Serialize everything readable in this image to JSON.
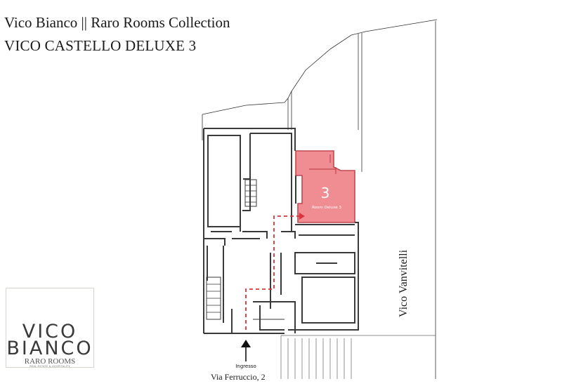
{
  "header": {
    "title_line_1": "Vico Bianco || Raro Rooms Collection",
    "title_line_2": "VICO CASTELLO DELUXE 3"
  },
  "room": {
    "number": "3",
    "name": "Room Deluxe 3",
    "highlight_color": "#f08d93"
  },
  "streets": {
    "right": "Vico Vanvitelli",
    "bottom": "Via Ferruccio, 2"
  },
  "entrance": {
    "label": "Ingresso"
  },
  "logo": {
    "line_1": "VICO",
    "line_2": "BIANCO",
    "brand": "RARO ROOMS",
    "tagline": "REAL ESTATE & HOSPITALITY",
    "accent_color": "#9a8470"
  },
  "colors": {
    "route": "#d9333d",
    "wall": "#3a3a3a"
  }
}
